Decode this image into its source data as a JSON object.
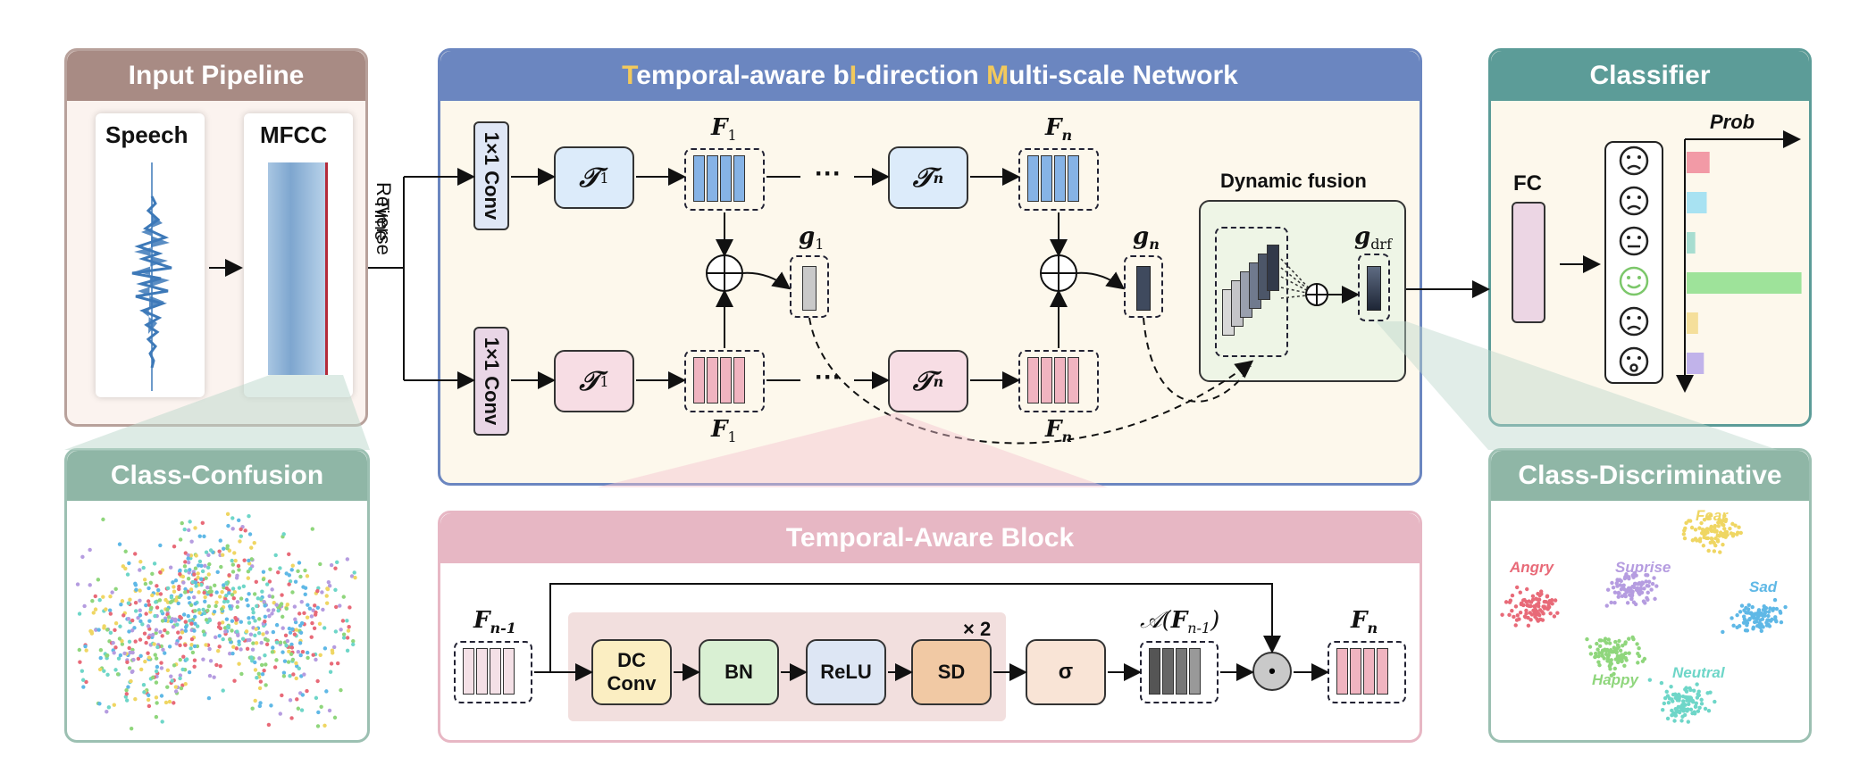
{
  "input_pipeline": {
    "title": "Input Pipeline",
    "speech_label": "Speech",
    "mfcc_label": "MFCC"
  },
  "time_reverse": {
    "line1": "Time",
    "line2": "Reverse"
  },
  "network": {
    "title_rest1": "emporal-aware b",
    "title_hl1": "T",
    "title_hl2": "I",
    "title_rest2": "-direction ",
    "title_hl3": "M",
    "title_rest3": "ulti-scale Network",
    "conv_top": "1×1 Conv",
    "conv_bottom": "1×1 Conv",
    "t1_back": "𝒯",
    "t_sub1": "1",
    "t_subn": "n",
    "f_label": "F",
    "g_label": "g",
    "g_sub1": "1",
    "g_subn": "n",
    "g_subdrf": "drf",
    "ellipsis": "···",
    "dynamic_fusion": "Dynamic fusion"
  },
  "classifier": {
    "title": "Classifier",
    "fc_label": "FC",
    "prob_label": "Prob",
    "bars": [
      {
        "value": 0.08,
        "color": "#f29aa6"
      },
      {
        "value": 0.07,
        "color": "#a8e2f2"
      },
      {
        "value": 0.03,
        "color": "#a7ddd0"
      },
      {
        "value": 0.4,
        "color": "#9ee39a"
      },
      {
        "value": 0.04,
        "color": "#f5df9b"
      },
      {
        "value": 0.06,
        "color": "#c1b3ea"
      }
    ]
  },
  "class_confusion": {
    "title": "Class-Confusion"
  },
  "class_discriminative": {
    "title": "Class-Discriminative",
    "clusters": [
      {
        "name": "Fear",
        "color": "#efd663"
      },
      {
        "name": "Angry",
        "color": "#e86a78"
      },
      {
        "name": "Suprise",
        "color": "#b59ce0"
      },
      {
        "name": "Sad",
        "color": "#5fb8e6"
      },
      {
        "name": "Happy",
        "color": "#8fd67c"
      },
      {
        "name": "Neutral",
        "color": "#6ed6c8"
      }
    ]
  },
  "temporal_block": {
    "title": "Temporal-Aware Block",
    "dc_conv_1": "DC",
    "dc_conv_2": "Conv",
    "bn": "BN",
    "relu": "ReLU",
    "sd": "SD",
    "repeat": "× 2",
    "sigma": "σ",
    "attn": "𝒜(",
    "attn_close": ")",
    "f_in_sub": "n-1",
    "f_out_sub": "n",
    "dot": "•"
  },
  "colors": {
    "input_head": "#a88b84",
    "network_head": "#6b86c0",
    "classifier_head": "#5c9c98",
    "confusion_head": "#8fb6a6",
    "discriminative_head": "#8fb6a6",
    "temporal_head": "#e7b7c4",
    "panel_bg": "#fdf8ec",
    "highlight_letter": "#f2c95c"
  }
}
